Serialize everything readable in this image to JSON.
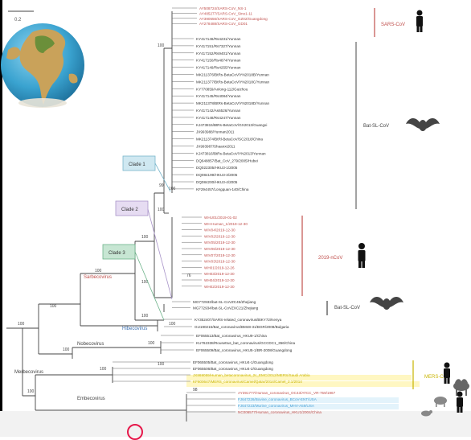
{
  "scale_label": "0.2",
  "colors": {
    "branch": "#444444",
    "sars": "#c0504d",
    "ncov": "#c0504d",
    "mers": "#c8b400",
    "bat": "#444444",
    "label_dark": "#333333",
    "hcov_blue": "#4aa3d8",
    "clade1": "#cfe8f1",
    "clade2": "#e6dcf2",
    "clade3": "#c7e6d3"
  },
  "groups": {
    "sars": "SARS-CoV",
    "bat_sl": "Bat-SL-CoV",
    "ncov": "2019-nCoV",
    "bat_sl2": "Bat-SL-CoV",
    "mers": "MERS-CoV"
  },
  "clades": {
    "c1": "Clade 1",
    "c2": "Clade 2",
    "c3": "Clade 3"
  },
  "genera": {
    "sarbecovirus": "Sarbecovirus",
    "hibecovirus": "Hibecovirus",
    "nobecovirus": "Nobecovirus",
    "merbecovirus": "Merbecovirus",
    "embecovirus": "Embecovirus"
  },
  "bootstrap": [
    "100",
    "100",
    "100",
    "100",
    "100",
    "100",
    "100",
    "100",
    "76",
    "100",
    "99",
    "100",
    "100",
    "100",
    "100",
    "100",
    "100",
    "98"
  ],
  "taxa": {
    "sars": [
      "AY508724/SARS-CoV_NS-1",
      "AY485277/SARS-CoV_Sino1-11",
      "AY390556/SARS-CoV_GZ02/Guangdong",
      "AY278488/SARS-CoV_GD01"
    ],
    "bat_sl": [
      "KY417146/Rs4231/Yunnan",
      "KY417151/Rs7327/Yunnan",
      "KY417152/Rs9401/Yunnan",
      "KY417150/Rs4874/Yunnan",
      "KY417149/Rs4255/Yunnan",
      "MK211376/BtRs-BetaCoV/YN2018B/Yunnan",
      "MK211377/BtRs-BetaCoV/YN2018C/Yunnan",
      "KY770859/Anlong-112/Guizhou",
      "KY417145/Rs4084/Yunnan",
      "MK211378/BtRs-BetaCoV/YN2018D/Yunnan",
      "KY417142/As6526/Yunnan",
      "KY417148/Rs4247/Yunnan",
      "KJ473815/BtRs-BetaCoV/GX2013/Guangxi",
      "JX993988/Yunnan2011",
      "MK211374/BtRl-BetaCoV/SC2018/China",
      "JX993987/Shaanxi2011",
      "KJ473816/BtRs-BetaCoV/YN2013/Yunnan",
      "DQ648857/Bat_CoV_279/2005/Hubei",
      "DQ022305/HKU3-1/2005",
      "DQ084199/HKU3-3/2005",
      "DQ084200/HKU3-4/2005",
      "KF294457/Longquan-140/China"
    ],
    "ncov": [
      "WHU01/2019-01-02",
      "WH-Human_1/2019-12-30",
      "WIV04/2019-12-30",
      "WIV02/2019-12-30",
      "WIV05/2019-12-30",
      "WIV06/2019-12-30",
      "WIV07/2019-12-30",
      "WIV03/2019-12-30",
      "WH01/2019-12-26",
      "WH03/2019-12-30",
      "WH04/2019-12-30",
      "WH02/2019-12-30"
    ],
    "bat_sl2": [
      "MG772933/bat-SL-CoVZC45/Zhejiang",
      "MG772934/bat-SL-CoVZXC21/Zhejiang"
    ],
    "hibeco": [
      "KY352407/SARS-related_coronavirus/BtKY72/Kenya",
      "GU190215/Bat_coronavirus/BM48-31/BGR/2008/Bulgaria"
    ],
    "nobeco": [
      "EF065513/Bat_coronavirus_HKU9-1/China",
      "KU762338/Rousettus_bat_coronavirus/GCCDC1_356/China",
      "EF065509/Bat_coronavirus_HKU5-1/BR-2008/Guangdong"
    ],
    "merbeco": [
      "EF065505/Bat_coronavirus_HKU4-1/Guangdong",
      "EF065506/Bat_coronavirus_HKU4-2/Guangdong",
      "JX869059/Human_betacoronavirus_2c_EMC/2012/MERS/Saudi Arabia",
      "KF600647/MERS_coronavirus/Camel/Qatar/2014/Camel_2.1/2014"
    ],
    "embeco": [
      "AY391777/Human_coronavirus_OC43/ATCC_VR-759/1967",
      "FJ647226/Bovine_coronavirus_BCoV-ENT/USA",
      "FJ647223/Murine_coronavirus_MHV-A59/USA",
      "NC006577/Human_coronavirus_HKU1/2004/China"
    ]
  }
}
